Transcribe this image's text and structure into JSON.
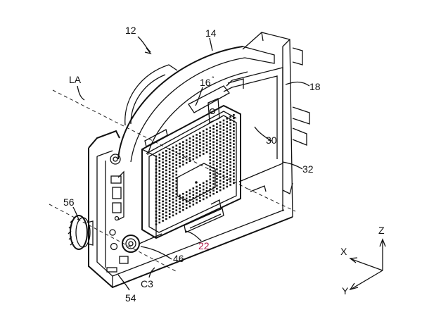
{
  "labels": {
    "l12": "12",
    "l14": "14",
    "l16": "16",
    "l18": "18",
    "lLA": "LA",
    "l30": "30",
    "l32": "32",
    "l56": "56",
    "l22": "22",
    "l46": "46",
    "l54": "54",
    "lC3": "C3",
    "lZ": "Z",
    "lX": "X",
    "lY": "Y"
  },
  "colors": {
    "ink": "#111111",
    "highlight_label": "#b01a4a"
  }
}
